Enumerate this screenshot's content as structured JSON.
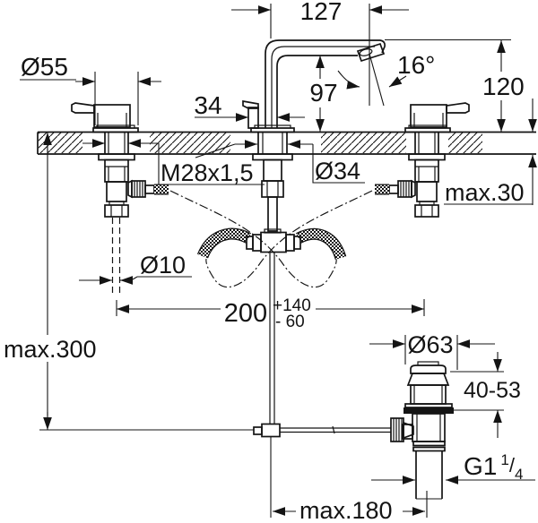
{
  "drawing": {
    "type": "technical-dimension-drawing",
    "subject": "3-hole basin mixer with side valves and pop-up waste, installation dimensions (mm)",
    "line_color": "#141414",
    "background": "#ffffff",
    "dims": {
      "spout_projection": "127",
      "handle_diameter": "Ø55",
      "aerator_angle": "16°",
      "spout_outlet_height": "97",
      "spout_height": "120",
      "rod_offset": "34",
      "shank_thread": "M28x1,5",
      "shank_hole": "Ø34",
      "deck_thickness": "max.30",
      "rod_diameter": "Ø10",
      "centers_value": "200",
      "centers_plus": "+140",
      "centers_minus": "- 60",
      "install_depth": "max.300",
      "waste_flange": "Ø63",
      "waste_range": "40-53",
      "waste_thread_base": "G1",
      "waste_thread_num": "1",
      "waste_thread_slash": "/",
      "waste_thread_den": "4",
      "waste_distance": "max.180"
    }
  }
}
